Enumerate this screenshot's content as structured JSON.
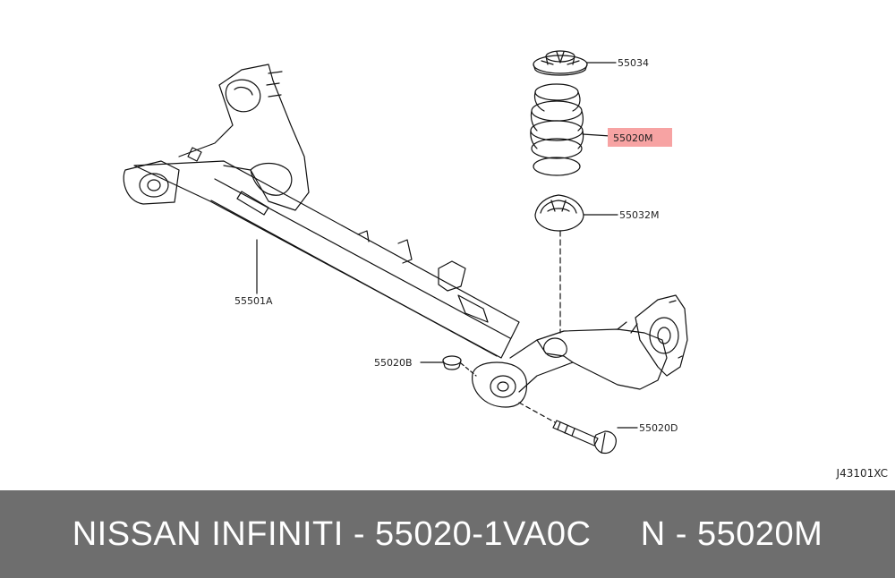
{
  "diagram": {
    "parts": [
      {
        "id": "part-55034",
        "label": "55034"
      },
      {
        "id": "part-55020m",
        "label": "55020M",
        "highlighted": true
      },
      {
        "id": "part-55032m",
        "label": "55032M"
      },
      {
        "id": "part-55501a",
        "label": "55501A"
      },
      {
        "id": "part-55020b",
        "label": "55020B"
      },
      {
        "id": "part-55020d",
        "label": "55020D"
      }
    ],
    "figure_code": "J43101XC",
    "highlight_color": "#f7a3a3"
  },
  "banner": {
    "text": "NISSAN INFINITI - 55020-1VA0C     N - 55020M",
    "background": "#6e6e6e"
  }
}
